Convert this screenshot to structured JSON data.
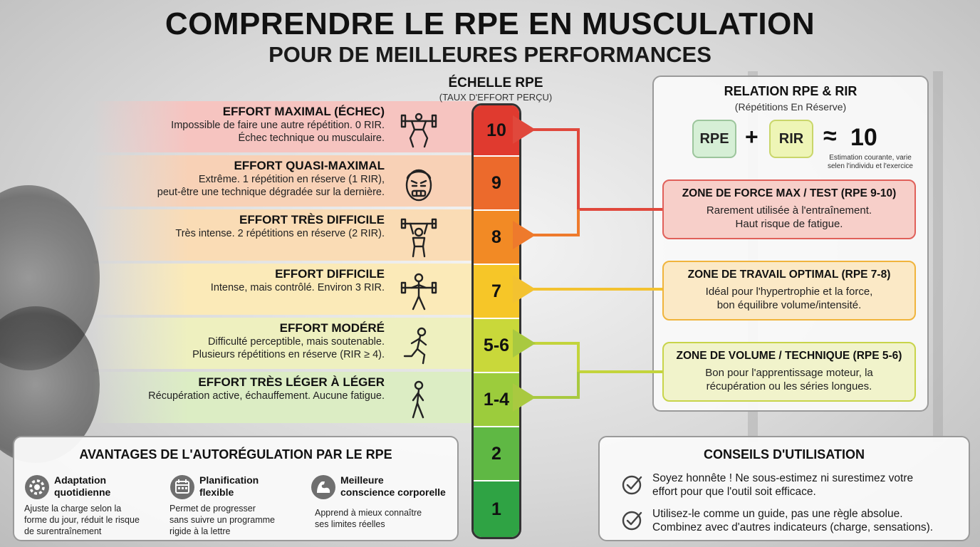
{
  "title": {
    "main": "COMPRENDRE LE RPE EN MUSCULATION",
    "sub": "POUR DE MEILLEURES PERFORMANCES"
  },
  "scale": {
    "title": "ÉCHELLE RPE",
    "subtitle": "(TAUX D'EFFORT PERÇU)",
    "segments": [
      {
        "label": "10",
        "color": "#e03a2f"
      },
      {
        "label": "9",
        "color": "#ec6a2c"
      },
      {
        "label": "8",
        "color": "#f28a25"
      },
      {
        "label": "7",
        "color": "#f6c628"
      },
      {
        "label": "5-6",
        "color": "#c9d83a"
      },
      {
        "label": "1-4",
        "color": "#9ccc3c"
      },
      {
        "label": "2",
        "color": "#5fb844"
      },
      {
        "label": "1",
        "color": "#2fa344"
      }
    ]
  },
  "levels": [
    {
      "name": "EFFORT MAXIMAL (ÉCHEC)",
      "desc1": "Impossible de faire une autre répétition. 0 RIR.",
      "desc2": "Échec technique ou musculaire.",
      "band": "#f6c4c0",
      "icon": "barbell-squat-icon"
    },
    {
      "name": "EFFORT QUASI-MAXIMAL",
      "desc1": "Extrême. 1 répétition en réserve (1 RIR),",
      "desc2": "peut-être une technique dégradée sur la dernière.",
      "band": "#f8d1b6",
      "icon": "strained-face-icon"
    },
    {
      "name": "EFFORT TRÈS DIFFICILE",
      "desc1": "Très intense. 2 répétitions en réserve (2 RIR).",
      "desc2": "",
      "band": "#fadcb5",
      "icon": "overhead-press-icon"
    },
    {
      "name": "EFFORT DIFFICILE",
      "desc1": "Intense, mais contrôlé. Environ 3 RIR.",
      "desc2": "",
      "band": "#fbeab8",
      "icon": "barbell-curl-icon"
    },
    {
      "name": "EFFORT MODÉRÉ",
      "desc1": "Difficulté perceptible, mais soutenable.",
      "desc2": "Plusieurs répétitions en réserve (RIR ≥ 4).",
      "band": "#eef0bf",
      "icon": "jogging-icon"
    },
    {
      "name": "EFFORT TRÈS LÉGER À LÉGER",
      "desc1": "Récupération active, échauffement. Aucune fatigue.",
      "desc2": "",
      "band": "#dcedc4",
      "icon": "walking-icon"
    }
  ],
  "relation": {
    "title": "RELATION RPE & RIR",
    "subtitle": "(Répétitions En Réserve)",
    "rpe": "RPE",
    "plus": "+",
    "rir": "RIR",
    "approx": "≈",
    "value": "10",
    "note1": "Estimation courante, varie",
    "note2": "selen l'individu et l'exercice"
  },
  "zones": [
    {
      "title": "ZONE DE FORCE MAX / TEST (RPE 9-10)",
      "line1": "Rarement utilisée à l'entraînement.",
      "line2": "Haut risque de fatigue.",
      "bg": "#f7cfc9",
      "border": "#e0605a",
      "arrow": "#e0483c"
    },
    {
      "title": "ZONE DE TRAVAIL OPTIMAL (RPE 7-8)",
      "line1": "Idéal pour l'hypertrophie et la force,",
      "line2": "bon équilibre volume/intensité.",
      "bg": "#fbe9c6",
      "border": "#f0b43c",
      "arrow": "#f3c230"
    },
    {
      "title": "ZONE DE VOLUME / TECHNIQUE (RPE 5-6)",
      "line1": "Bon pour l'apprentissage moteur, la",
      "line2": "récupération ou les séries longues.",
      "bg": "#f1f3cb",
      "border": "#c8d44a",
      "arrow": "#a9c940"
    }
  ],
  "advantages": {
    "title": "AVANTAGES DE L'AUTORÉGULATION PAR LE RPE",
    "items": [
      {
        "t1": "Adaptation",
        "t2": "quotidienne",
        "d1": "Ajuste la charge selon la",
        "d2": "forme du jour, réduit le risque",
        "d3": "de surentraînement",
        "icon": "gear-icon"
      },
      {
        "t1": "Planification",
        "t2": "flexible",
        "d1": "Permet de progresser",
        "d2": "sans suivre un programme",
        "d3": "rigide à la lettre",
        "icon": "calendar-icon"
      },
      {
        "t1": "Meilleure",
        "t2": "conscience corporelle",
        "d1": "Apprend à mieux connaître",
        "d2": "ses limites réelles",
        "d3": "",
        "icon": "flexed-arm-icon"
      }
    ]
  },
  "tips": {
    "title": "CONSEILS D'UTILISATION",
    "items": [
      {
        "l1": "Soyez honnête ! Ne sous-estimez ni surestimez votre",
        "l2": "effort pour que l'outil soit efficace."
      },
      {
        "l1": "Utilisez-le comme un guide, pas une règle absolue.",
        "l2": "Combinez avec d'autres indicateurs (charge, sensations)."
      }
    ]
  }
}
